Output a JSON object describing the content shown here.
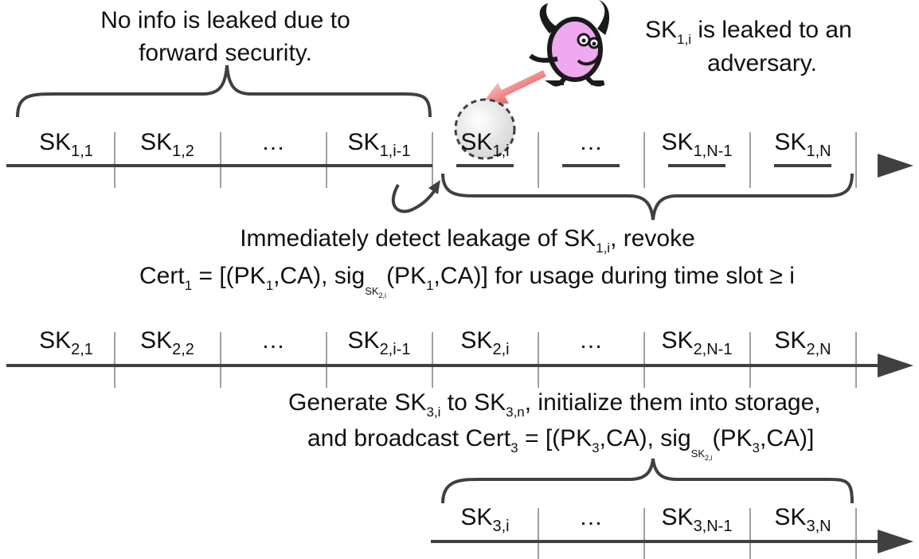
{
  "captions": {
    "forward_security": [
      "No info is leaked due to",
      "forward security."
    ],
    "leaked": {
      "key": "SK",
      "key_sub": "1,i",
      "rest": " is leaked to an",
      "line2": "adversary."
    },
    "detect": {
      "line1_pre": "Immediately detect leakage of ",
      "key": "SK",
      "key_sub": "1,i",
      "line1_post": ", revoke",
      "cert_pre": "Cert",
      "cert_sub": "1",
      "cert_eq": " = [(PK",
      "pk_sub": "1",
      "cert_mid": ",CA), sig",
      "sig_sub": "SK",
      "sig_subsub": "2,i",
      "cert_tail": "(PK",
      "pk2_sub": "1",
      "cert_end": ",CA)] for usage during time slot ≥ i"
    },
    "generate": {
      "line1_a": "Generate SK",
      "sub_a": "3,i",
      "line1_b": " to SK",
      "sub_b": "3,n",
      "line1_c": ", initialize them into storage,",
      "line2_a": "and broadcast Cert",
      "sub_c": "3",
      "line2_b": " = [(PK",
      "sub_d": "3",
      "line2_c": ",CA), sig",
      "sig_sub": "SK",
      "sig_subsub": "2,i",
      "line2_d": "(PK",
      "sub_e": "3",
      "line2_e": ",CA)]"
    }
  },
  "timelines": [
    {
      "name": "timeline-1",
      "keys": [
        {
          "base": "SK",
          "sub": "1,1"
        },
        {
          "base": "SK",
          "sub": "1,2"
        },
        {
          "base": "…",
          "sub": ""
        },
        {
          "base": "SK",
          "sub": "1,i-1"
        },
        {
          "base": "SK",
          "sub": "1,i"
        },
        {
          "base": "…",
          "sub": ""
        },
        {
          "base": "SK",
          "sub": "1,N-1"
        },
        {
          "base": "SK",
          "sub": "1,N"
        }
      ]
    },
    {
      "name": "timeline-2",
      "keys": [
        {
          "base": "SK",
          "sub": "2,1"
        },
        {
          "base": "SK",
          "sub": "2,2"
        },
        {
          "base": "…",
          "sub": ""
        },
        {
          "base": "SK",
          "sub": "2,i-1"
        },
        {
          "base": "SK",
          "sub": "2,i"
        },
        {
          "base": "…",
          "sub": ""
        },
        {
          "base": "SK",
          "sub": "2,N-1"
        },
        {
          "base": "SK",
          "sub": "2,N"
        }
      ]
    },
    {
      "name": "timeline-3",
      "keys": [
        {
          "base": "SK",
          "sub": "3,i"
        },
        {
          "base": "…",
          "sub": ""
        },
        {
          "base": "SK",
          "sub": "3,N-1"
        },
        {
          "base": "SK",
          "sub": "3,N"
        }
      ]
    }
  ],
  "colors": {
    "line": "#404040",
    "arrow_red": "#e02020",
    "devil_pink": "#f0a8f0",
    "devil_dark": "#1a1a1a",
    "leak_circle": "#e8e8e8"
  },
  "icons": {
    "adversary": "devil-icon",
    "leak_arrow": "red-arrow-icon",
    "curve_arrow": "curved-arrow-icon"
  }
}
